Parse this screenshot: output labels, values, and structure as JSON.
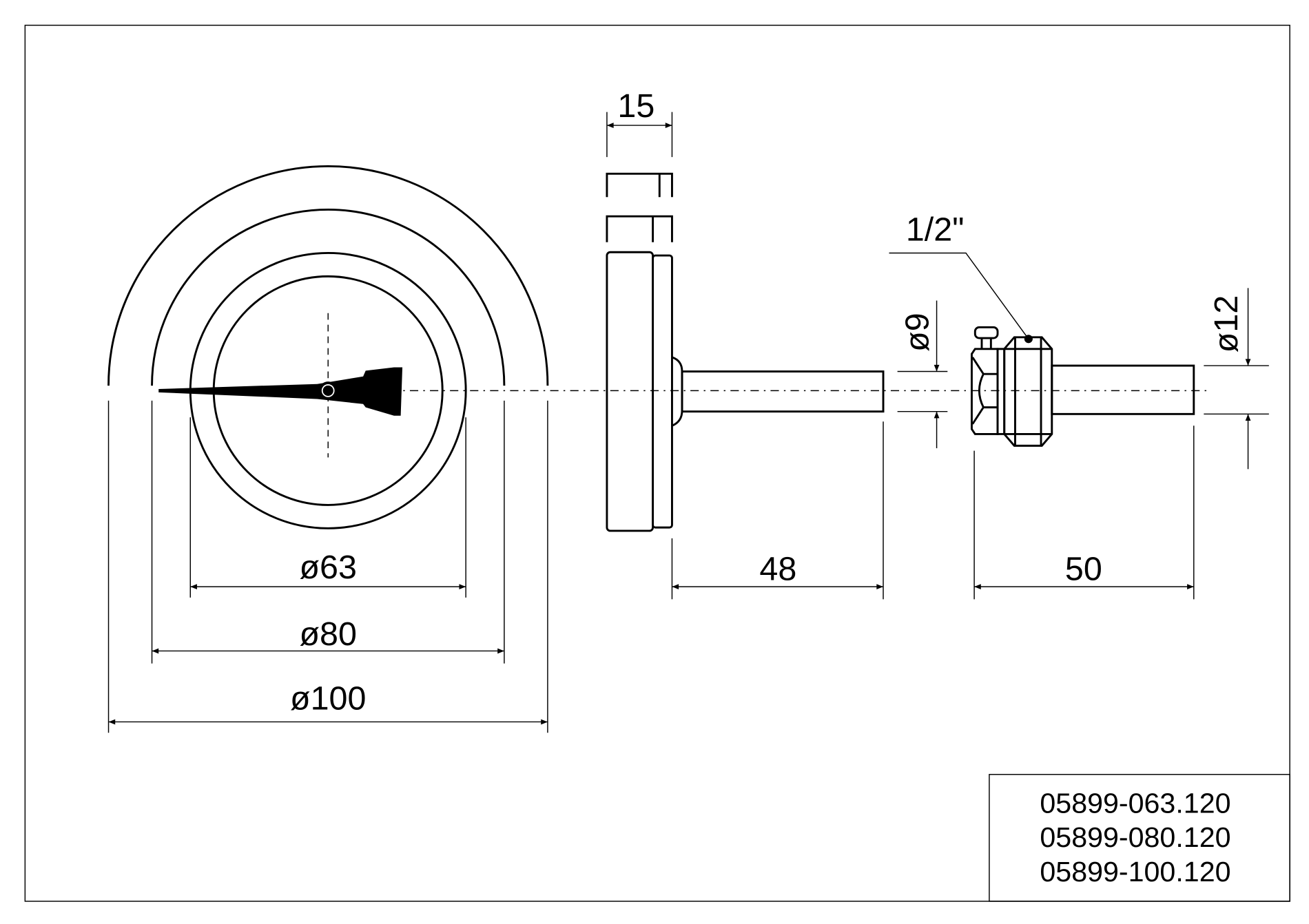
{
  "front_view": {
    "dimensions": {
      "d63": "ø63",
      "d80": "ø80",
      "d100": "ø100"
    }
  },
  "side_view": {
    "dimensions": {
      "case_depth": "15",
      "stem_length": "48",
      "stem_diameter": "ø9"
    }
  },
  "fitting_view": {
    "thread_label": "1/2\"",
    "dimensions": {
      "sleeve_length": "50",
      "sleeve_diameter": "ø12"
    }
  },
  "title_block": {
    "part_numbers": [
      "05899-063.120",
      "05899-080.120",
      "05899-100.120"
    ]
  }
}
